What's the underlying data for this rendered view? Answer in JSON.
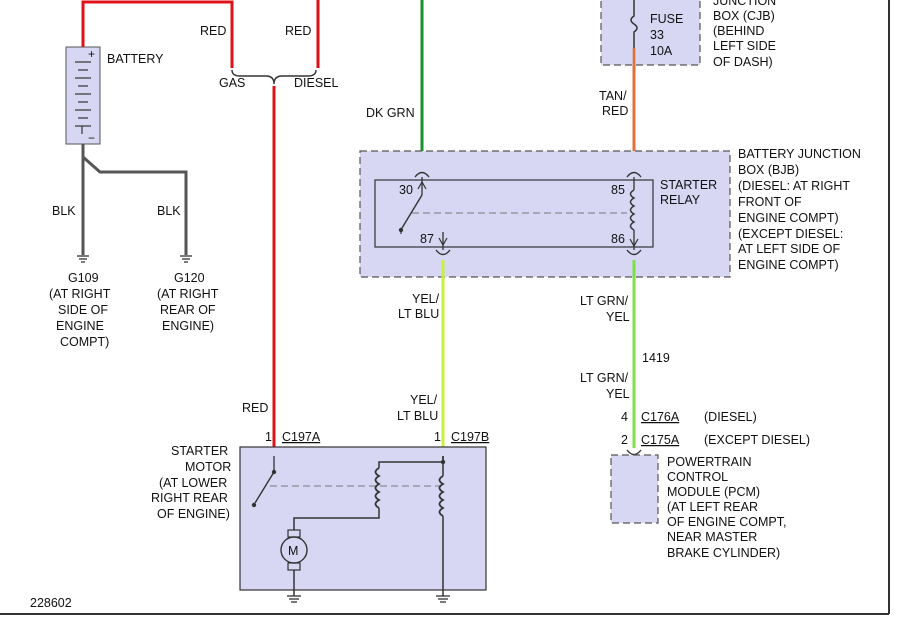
{
  "diagram_id": "228602",
  "colors": {
    "red": "#e0101a",
    "dk_grn": "#16902a",
    "tan_red": "#e0703a",
    "yel_lt_blu": "#c6f23c",
    "lt_grn_yel": "#7ee048",
    "blk": "#555555",
    "box_fill": "#d7d7f3",
    "box_stroke": "#555555"
  },
  "battery": {
    "label": "BATTERY",
    "plus": "+",
    "minus": "−"
  },
  "wires": {
    "red_gas": "RED",
    "red_diesel": "RED",
    "gas": "GAS",
    "diesel": "DIESEL",
    "blk1": "BLK",
    "blk2": "BLK",
    "dk_grn": "DK GRN",
    "tan_red": [
      "TAN/",
      "RED"
    ],
    "yel_lt_blu_upper": [
      "YEL/",
      "LT BLU"
    ],
    "lt_grn_yel_upper": [
      "LT GRN/",
      "YEL"
    ],
    "circuit_number": "1419",
    "lt_grn_yel_lower": [
      "LT GRN/",
      "YEL"
    ],
    "red_lower": "RED",
    "yel_lt_blu_lower": [
      "YEL/",
      "LT BLU"
    ]
  },
  "grounds": {
    "g109": [
      "G109",
      "(AT RIGHT",
      "SIDE OF",
      "ENGINE",
      "COMPT)"
    ],
    "g120": [
      "G120",
      "(AT RIGHT",
      "REAR OF",
      "ENGINE)"
    ]
  },
  "cjb": {
    "fuse_label": [
      "FUSE",
      "33",
      "10A"
    ],
    "description": [
      "JUNCTION",
      "BOX (CJB)",
      "(BEHIND",
      "LEFT SIDE",
      "OF DASH)"
    ]
  },
  "bjb": {
    "description": [
      "BATTERY JUNCTION",
      "BOX (BJB)",
      "(DIESEL: AT RIGHT",
      "FRONT OF",
      "ENGINE COMPT)",
      "(EXCEPT DIESEL:",
      "AT LEFT SIDE OF",
      "ENGINE COMPT)"
    ]
  },
  "relay": {
    "label": [
      "STARTER",
      "RELAY"
    ],
    "pin30": "30",
    "pin85": "85",
    "pin87": "87",
    "pin86": "86"
  },
  "starter": {
    "label": [
      "STARTER",
      "MOTOR",
      "(AT LOWER",
      "RIGHT REAR",
      "OF ENGINE)"
    ],
    "pin_a": "1",
    "connector_a": "C197A",
    "pin_b": "1",
    "connector_b": "C197B",
    "motor_symbol": "M"
  },
  "pcm": {
    "pin_diesel": "4",
    "connector_diesel": "C176A",
    "note_diesel": "(DIESEL)",
    "pin_except": "2",
    "connector_except": "C175A",
    "note_except": "(EXCEPT DIESEL)",
    "label": [
      "POWERTRAIN",
      "CONTROL",
      "MODULE (PCM)",
      "(AT LEFT REAR",
      "OF ENGINE COMPT,",
      "NEAR MASTER",
      "BRAKE CYLINDER)"
    ]
  }
}
